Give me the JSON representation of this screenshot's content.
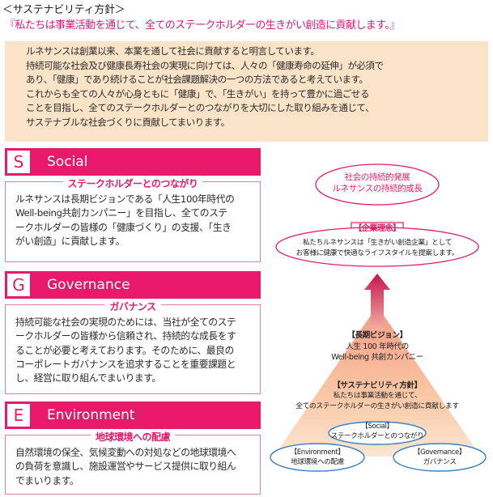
{
  "heading": "＜サステナビリティ方針＞",
  "policy": "『私たちは事業活動を通じて、全てのステークホルダーの生きがい創造に貢献します。』",
  "intro_lines": [
    "ルネサンスは創業以来、本業を通して社会に貢献すると明言しています。",
    "持続可能な社会及び健康長寿社会の実現に向けては、人々の「健康寿命の延伸」が必須で",
    "あり、「健康」であり続けることが社会課題解決の一つの方法であると考えています。",
    "これからも全ての人々が心身ともに「健康」で、「生きがい」を持って豊かに過ごせる",
    "ことを目指し、全てのステークホルダーとのつながりを大切にした取り組みを通じて、",
    "サステナブルな社会づくりに貢献してまいります。"
  ],
  "pillars": {
    "social": {
      "letter": "S",
      "title": "Social",
      "subtitle": "ステークホルダーとのつながり",
      "lines": [
        "ルネサンスは長期ビジョンである「人生100年時代の",
        "Well-being共創カンパニー」を目指し、全てのステ",
        "ークホルダーの皆様の「健康づくり」の支援、「生き",
        "がい創造」に貢献します。"
      ]
    },
    "governance": {
      "letter": "G",
      "title": "Governance",
      "subtitle": "ガバナンス",
      "lines": [
        "持続可能な社会の実現のためには、当社が全てのステ",
        "ークホルダーの皆様から信頼され、持続的な成長をす",
        "ることが必要と考えております。そのために、最良の",
        "コーポレートガバナンスを追求することを重要課題と",
        "し、経営に取り組んでまいります。"
      ]
    },
    "environment": {
      "letter": "E",
      "title": "Environment",
      "subtitle": "地球環境への配慮",
      "lines": [
        "自然環境の保全、気候変動への対処などの地球環境へ",
        "の負荷を意識し、施設運営やサービス提供に取り組ん",
        "でまいります。"
      ]
    }
  },
  "diagram": {
    "goal": [
      "社会の持続的発展",
      "ルネサンスの持続的成長"
    ],
    "philosophy_label": "【企業理念】",
    "philosophy_lines": [
      "私たちルネサンスは「生きがい創造企業」として",
      "お客様に健康で快適なライフスタイルを提案します。"
    ],
    "vision_label": "【長期ビジョン】",
    "vision_lines": [
      "人生 100 年時代の",
      "Well-being 共創カンパニー"
    ],
    "policy_label": "【サステナビリティ方針】",
    "policy_lines": [
      "私たちは事業活動を通じて、",
      "全てのステークホルダーの生きがい創造に貢献します"
    ],
    "social_label": "【Social】",
    "social_text": "ステークホルダーとのつながり",
    "environment_label": "【Environment】",
    "environment_text": "地球環境への配慮",
    "governance_label": "【Governance】",
    "governance_text": "ガバナンス"
  },
  "colors": {
    "accent": "#e8196a",
    "intro_bg": "#fbe3c8",
    "pyramid_top": "#f6a78a",
    "pyramid_bottom": "#fde4cf",
    "ellipse_stroke": "#3b7fc4"
  }
}
